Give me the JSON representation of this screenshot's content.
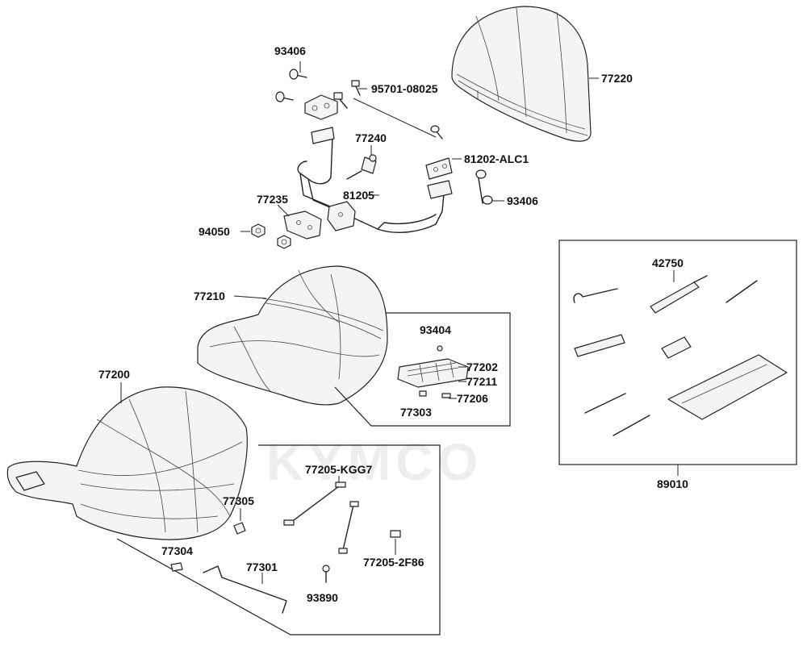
{
  "watermark": "KYMCO",
  "labels": {
    "p93406_top": "93406",
    "p95701": "95701-08025",
    "p77220": "77220",
    "p77240": "77240",
    "p81202": "81202-ALC1",
    "p77235": "77235",
    "p81205": "81205",
    "p93406_right": "93406",
    "p94050": "94050",
    "p77210": "77210",
    "p93404": "93404",
    "p77202": "77202",
    "p77211": "77211",
    "p77206": "77206",
    "p77303": "77303",
    "p77200": "77200",
    "p42750": "42750",
    "p89010": "89010",
    "p77205_kgg7": "77205-KGG7",
    "p77305": "77305",
    "p77304": "77304",
    "p77301": "77301",
    "p77205_2f86": "77205-2F86",
    "p93890": "93890"
  }
}
